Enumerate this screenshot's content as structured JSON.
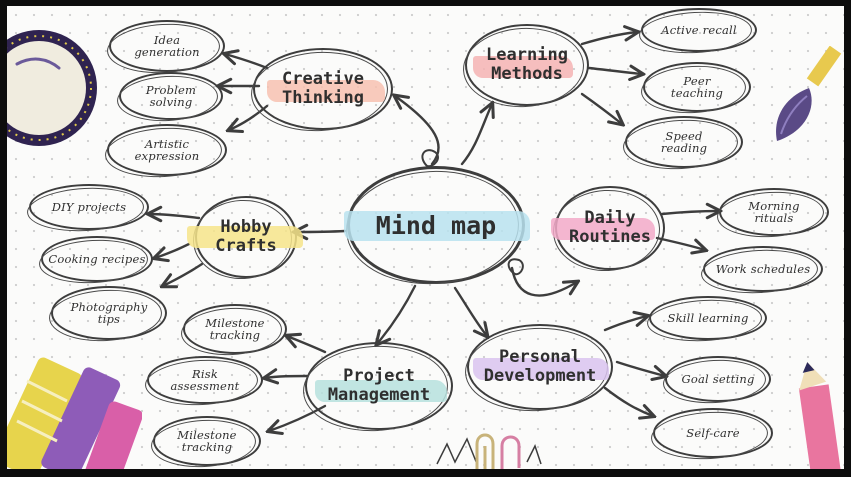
{
  "center": {
    "label": "Mind map",
    "highlight": "#b9e2ee"
  },
  "branches": [
    {
      "id": "creative",
      "label": "Creative\nThinking",
      "highlight": "#f7c1b0",
      "children": [
        "Idea\ngeneration",
        "Problem\nsolving",
        "Artistic\nexpression"
      ]
    },
    {
      "id": "learning",
      "label": "Learning\nMethods",
      "highlight": "#f5b3b3",
      "children": [
        "Active recall",
        "Peer\nteaching",
        "Speed\nreading"
      ]
    },
    {
      "id": "hobby",
      "label": "Hobby\nCrafts",
      "highlight": "#f6e48a",
      "children": [
        "DIY projects",
        "Cooking recipes",
        "Photography\ntips"
      ]
    },
    {
      "id": "daily",
      "label": "Daily\nRoutines",
      "highlight": "#f2a9c8",
      "children": [
        "Morning\nrituals",
        "Work schedules"
      ]
    },
    {
      "id": "project",
      "label": "Project\nManagement",
      "highlight": "#b6e0dd",
      "children": [
        "Milestone\ntracking",
        "Risk\nassessment",
        "Milestone\ntracking"
      ]
    },
    {
      "id": "personal",
      "label": "Personal\nDevelopment",
      "highlight": "#d9c3ee",
      "children": [
        "Skill learning",
        "Goal setting",
        "Self-care"
      ]
    }
  ]
}
